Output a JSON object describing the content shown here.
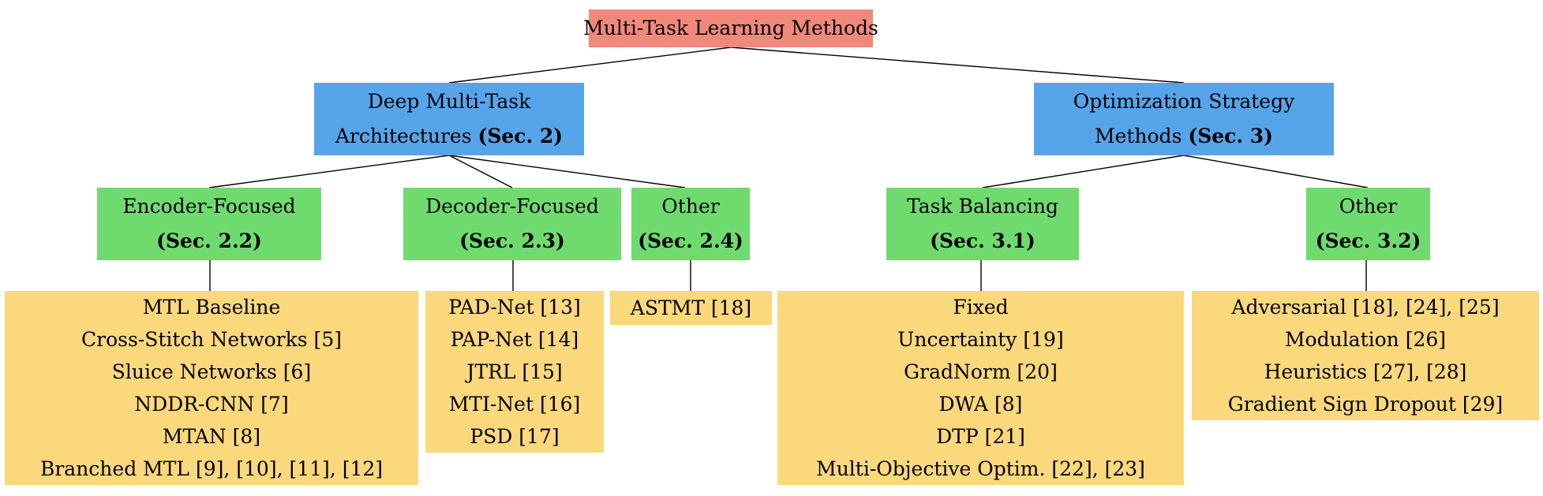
{
  "tree": {
    "root": {
      "label": "Multi-Task Learning Methods"
    },
    "branches": [
      {
        "line1": "Deep Multi-Task",
        "line2": "Architectures",
        "section": "(Sec. 2)"
      },
      {
        "line1": "Optimization Strategy",
        "line2": "Methods",
        "section": "(Sec. 3)"
      }
    ],
    "categories": [
      {
        "label": "Encoder-Focused",
        "section": "(Sec. 2.2)"
      },
      {
        "label": "Decoder-Focused",
        "section": "(Sec. 2.3)"
      },
      {
        "label": "Other",
        "section": "(Sec. 2.4)"
      },
      {
        "label": "Task Balancing",
        "section": "(Sec. 3.1)"
      },
      {
        "label": "Other",
        "section": "(Sec. 3.2)"
      }
    ],
    "leaf_groups": [
      {
        "items": [
          "MTL Baseline",
          "Cross-Stitch Networks [5]",
          "Sluice Networks [6]",
          "NDDR-CNN [7]",
          "MTAN [8]",
          "Branched MTL [9], [10], [11], [12]"
        ]
      },
      {
        "items": [
          "PAD-Net [13]",
          "PAP-Net [14]",
          "JTRL [15]",
          "MTI-Net [16]",
          "PSD [17]"
        ]
      },
      {
        "items": [
          "ASTMT [18]"
        ]
      },
      {
        "items": [
          "Fixed",
          "Uncertainty [19]",
          "GradNorm [20]",
          "DWA [8]",
          "DTP [21]",
          "Multi-Objective Optim. [22], [23]"
        ]
      },
      {
        "items": [
          "Adversarial [18], [24], [25]",
          "Modulation [26]",
          "Heuristics [27], [28]",
          "Gradient Sign Dropout [29]"
        ]
      }
    ]
  },
  "colors": {
    "root_fill": "#F1897B",
    "branch_fill": "#56A4E9",
    "category_fill": "#6FDB6F",
    "leaf_fill": "#FAD87B",
    "edge": "#000000",
    "text": "#000000"
  }
}
